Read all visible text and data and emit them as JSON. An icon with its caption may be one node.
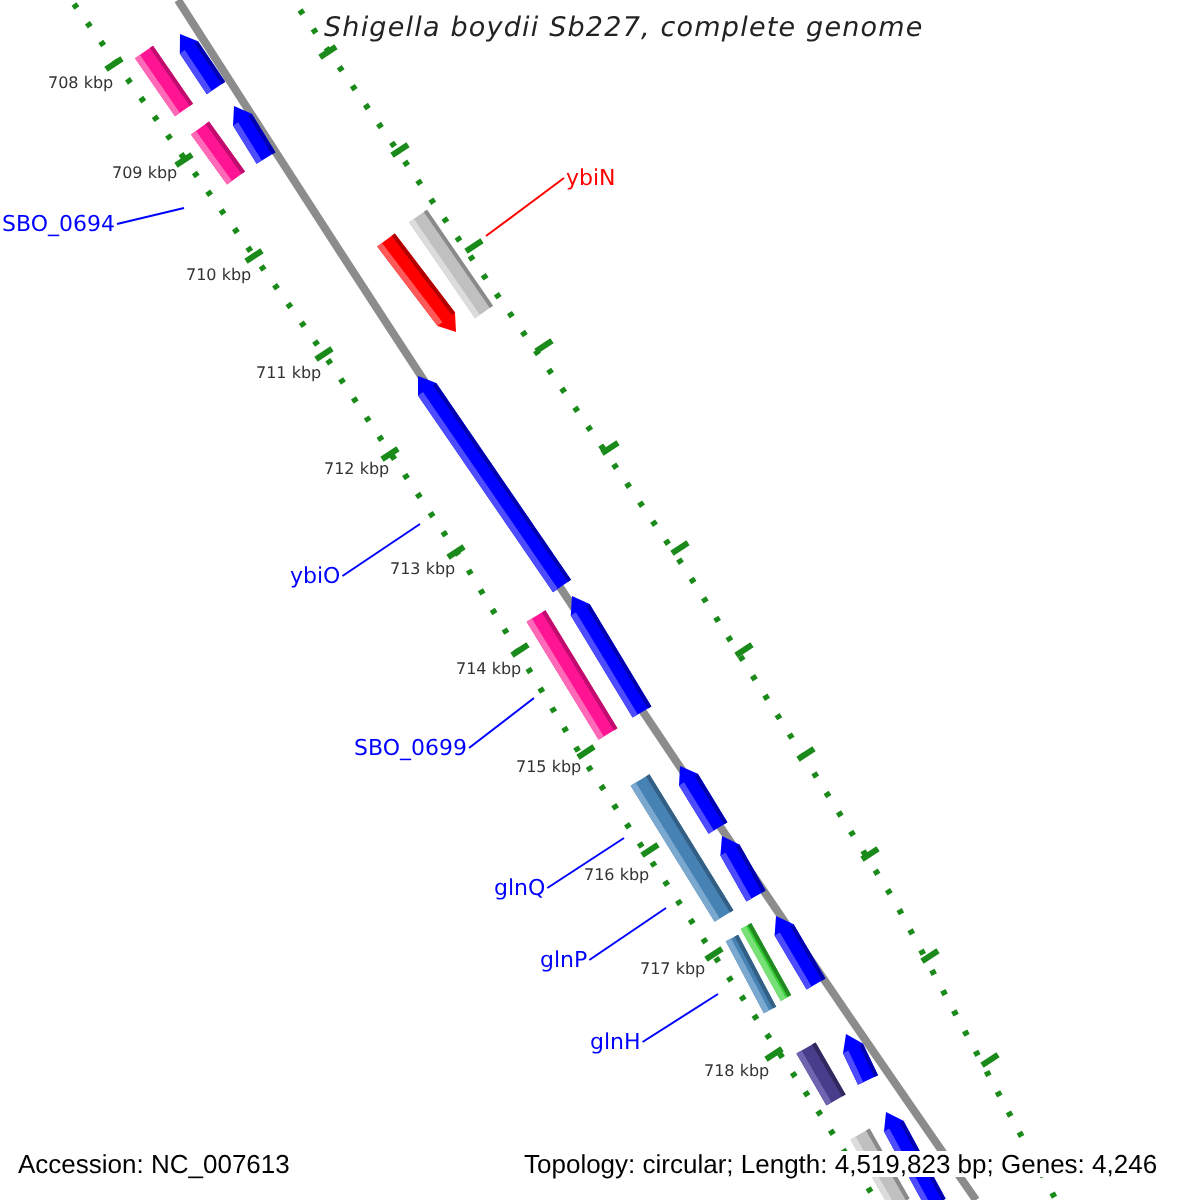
{
  "diagram": {
    "title": "Shigella boydii Sb227, complete genome",
    "nodes": [
      {
        "text": [
          "SBO_0694"
        ]
      },
      {
        "text": [
          "ybiN"
        ]
      },
      {
        "text": [
          "ybiO"
        ]
      },
      {
        "text": [
          "SBO_0699"
        ]
      },
      {
        "text": [
          "glnQ"
        ]
      },
      {
        "text": [
          "glnP"
        ]
      },
      {
        "text": [
          "glnH"
        ]
      }
    ],
    "edges": [
      {
        "from": 0,
        "to": null,
        "arrow": "none"
      },
      {
        "from": 1,
        "to": null,
        "arrow": "none",
        "color": "#ff0000"
      },
      {
        "from": 2,
        "to": null,
        "arrow": "none"
      },
      {
        "from": 3,
        "to": null,
        "arrow": "none"
      },
      {
        "from": 4,
        "to": null,
        "arrow": "none"
      },
      {
        "from": 5,
        "to": null,
        "arrow": "none"
      },
      {
        "from": 6,
        "to": null,
        "arrow": "none"
      }
    ],
    "labels": [
      "708 kbp",
      "709 kbp",
      "710 kbp",
      "711 kbp",
      "712 kbp",
      "713 kbp",
      "714 kbp",
      "715 kbp",
      "716 kbp",
      "717 kbp",
      "718 kbp",
      "Accession: NC_007613",
      "Topology: circular; Length: 4,519,823 bp; Genes: 4,246"
    ]
  }
}
